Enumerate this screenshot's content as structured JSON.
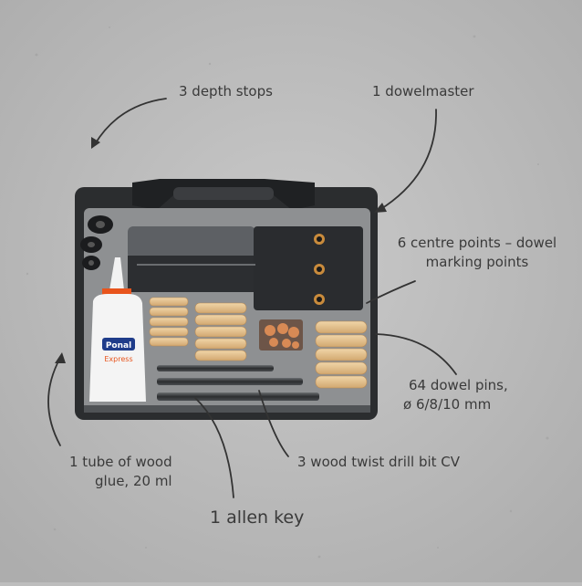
{
  "labels": {
    "depth_stops": "3 depth stops",
    "dowelmaster": "1 dowelmaster",
    "centre_points_line1": "6 centre points – dowel",
    "centre_points_line2": "marking points",
    "dowel_pins_line1": "64 dowel pins,",
    "dowel_pins_line2": "ø 6/8/10 mm",
    "glue_line1": "1 tube of wood",
    "glue_line2": "glue, 20 ml",
    "drill_bits": "3 wood twist drill bit CV",
    "allen_key": "1 allen key"
  },
  "product": {
    "brand": "Ponal",
    "variant": "Express"
  },
  "colors": {
    "background": "#bdbdbd",
    "case_frame": "#2b2d2f",
    "case_tray": "#8e9092",
    "wood": "#e0be8c",
    "glue_cap": "#e8541c",
    "text": "#3a3a3a"
  }
}
